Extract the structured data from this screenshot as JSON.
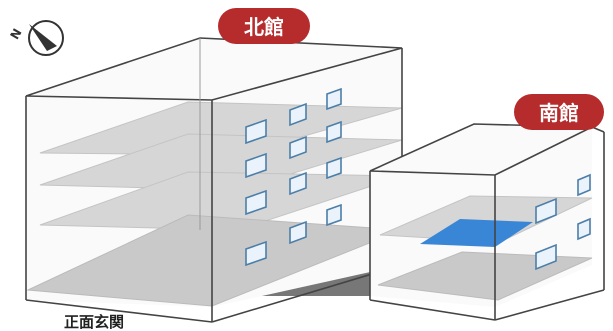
{
  "compass": {
    "label": "N",
    "icon": "north-arrow-icon"
  },
  "buildings": {
    "north": {
      "label": "北館",
      "badge_color": "#b62b2b"
    },
    "south": {
      "label": "南館",
      "badge_color": "#b62b2b"
    }
  },
  "entrance": {
    "label": "正面玄関"
  },
  "highlight": {
    "color": "#3a86d6"
  }
}
